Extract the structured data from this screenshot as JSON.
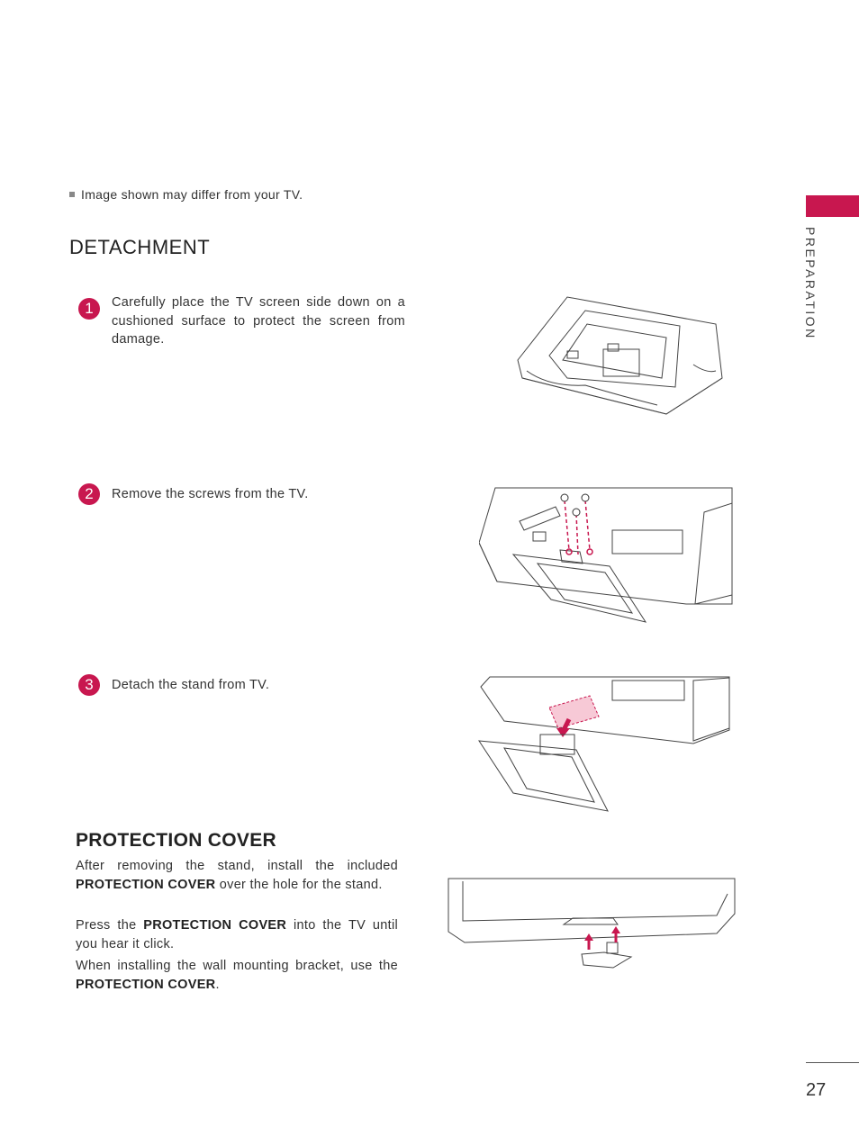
{
  "note": "Image shown may differ from your TV.",
  "detachment": {
    "title": "DETACHMENT",
    "steps": [
      {
        "num": "1",
        "text": "Carefully place the TV screen side down on a cushioned surface to protect the screen from damage."
      },
      {
        "num": "2",
        "text": "Remove the screws from the TV."
      },
      {
        "num": "3",
        "text": "Detach the stand from TV."
      }
    ]
  },
  "protection": {
    "title": "PROTECTION COVER",
    "p1_a": "After removing the stand, install the included ",
    "p1_b": "PROTECTION COVER",
    "p1_c": " over the hole for the stand.",
    "p2_a": "Press the ",
    "p2_b": "PROTECTION COVER",
    "p2_c": " into the TV until you hear it click.",
    "p3_a": "When installing the wall mounting bracket, use the ",
    "p3_b": "PROTECTION COVER",
    "p3_c": "."
  },
  "sidebar": {
    "section": "PREPARATION"
  },
  "page_number": "27",
  "colors": {
    "accent": "#c8174f"
  }
}
